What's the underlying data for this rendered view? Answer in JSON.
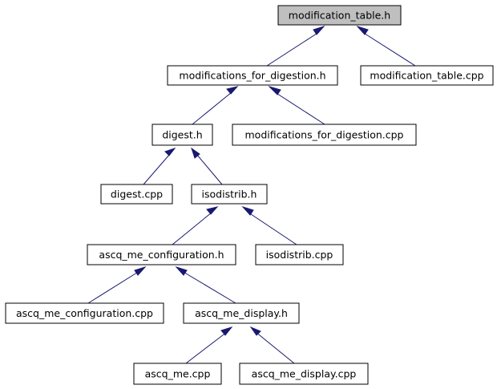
{
  "graph": {
    "root": "modification_table.h",
    "nodes": {
      "modification_table_h": "modification_table.h",
      "modifications_for_digestion_h": "modifications_for_digestion.h",
      "modification_table_cpp": "modification_table.cpp",
      "digest_h": "digest.h",
      "modifications_for_digestion_cpp": "modifications_for_digestion.cpp",
      "digest_cpp": "digest.cpp",
      "isodistrib_h": "isodistrib.h",
      "ascq_me_configuration_h": "ascq_me_configuration.h",
      "isodistrib_cpp": "isodistrib.cpp",
      "ascq_me_configuration_cpp": "ascq_me_configuration.cpp",
      "ascq_me_display_h": "ascq_me_display.h",
      "ascq_me_cpp": "ascq_me.cpp",
      "ascq_me_display_cpp": "ascq_me_display.cpp"
    },
    "edges": [
      {
        "from": "modifications_for_digestion_h",
        "to": "modification_table_h"
      },
      {
        "from": "modification_table_cpp",
        "to": "modification_table_h"
      },
      {
        "from": "digest_h",
        "to": "modifications_for_digestion_h"
      },
      {
        "from": "modifications_for_digestion_cpp",
        "to": "modifications_for_digestion_h"
      },
      {
        "from": "digest_cpp",
        "to": "digest_h"
      },
      {
        "from": "isodistrib_h",
        "to": "digest_h"
      },
      {
        "from": "ascq_me_configuration_h",
        "to": "isodistrib_h"
      },
      {
        "from": "isodistrib_cpp",
        "to": "isodistrib_h"
      },
      {
        "from": "ascq_me_configuration_cpp",
        "to": "ascq_me_configuration_h"
      },
      {
        "from": "ascq_me_display_h",
        "to": "ascq_me_configuration_h"
      },
      {
        "from": "ascq_me_cpp",
        "to": "ascq_me_display_h"
      },
      {
        "from": "ascq_me_display_cpp",
        "to": "ascq_me_display_h"
      }
    ],
    "colors": {
      "edge": "#191970",
      "root_fill": "#bfbfbf",
      "node_fill": "#ffffff",
      "node_border": "#000000"
    }
  }
}
